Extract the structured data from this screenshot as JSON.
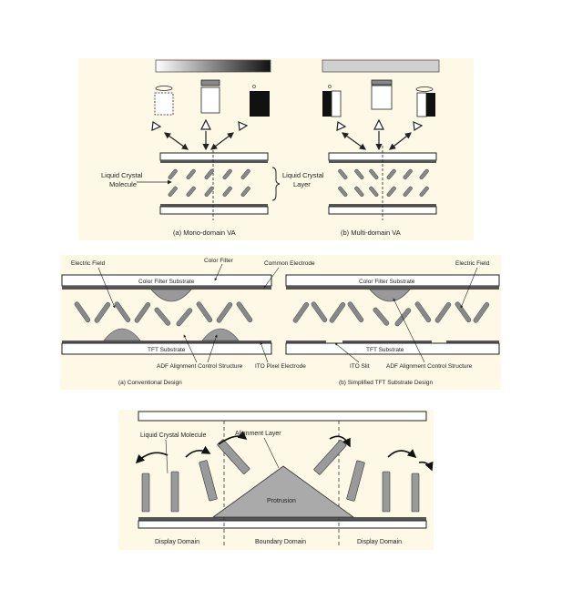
{
  "figure1": {
    "lc_molecule_label": [
      "Liquid Crystal",
      "Molecule"
    ],
    "lc_layer_label": [
      "Liquid Crystal",
      "Layer"
    ],
    "caption_a": "(a)  Mono-domain VA",
    "caption_b": "(b)  Multi-domain VA"
  },
  "figure2": {
    "color_filter": "Color Filter",
    "common_electrode": "Common Electrode",
    "electric_field_left": "Electric Field",
    "electric_field_right": "Electric Field",
    "cf_substrate_left": "Color Filter Substrate",
    "cf_substrate_right": "Color Filter Substrate",
    "tft_substrate_left": "TFT Substrate",
    "tft_substrate_right": "TFT Substrate",
    "adf_left": "ADF Alignment Control Structure",
    "ito_pixel": "ITO Pixel Electrode",
    "ito_slit": "ITO Slit",
    "adf_right": "ADF Alignment Control Structure",
    "caption_a": "(a)  Conventional Design",
    "caption_b": "(b)  Simplified TFT Substrate Design"
  },
  "figure3": {
    "lc_molecule": "Liquid Crystal Molecule",
    "alignment_layer": "Alignment Layer",
    "protrusion": "Protrusion",
    "display_domain_left": "Display Domain",
    "boundary_domain": "Boundary Domain",
    "display_domain_right": "Display Domain"
  },
  "colors": {
    "panel_bg": "#fdf9e6",
    "electrode": "#555555",
    "molecule": "#8a8a8a"
  }
}
